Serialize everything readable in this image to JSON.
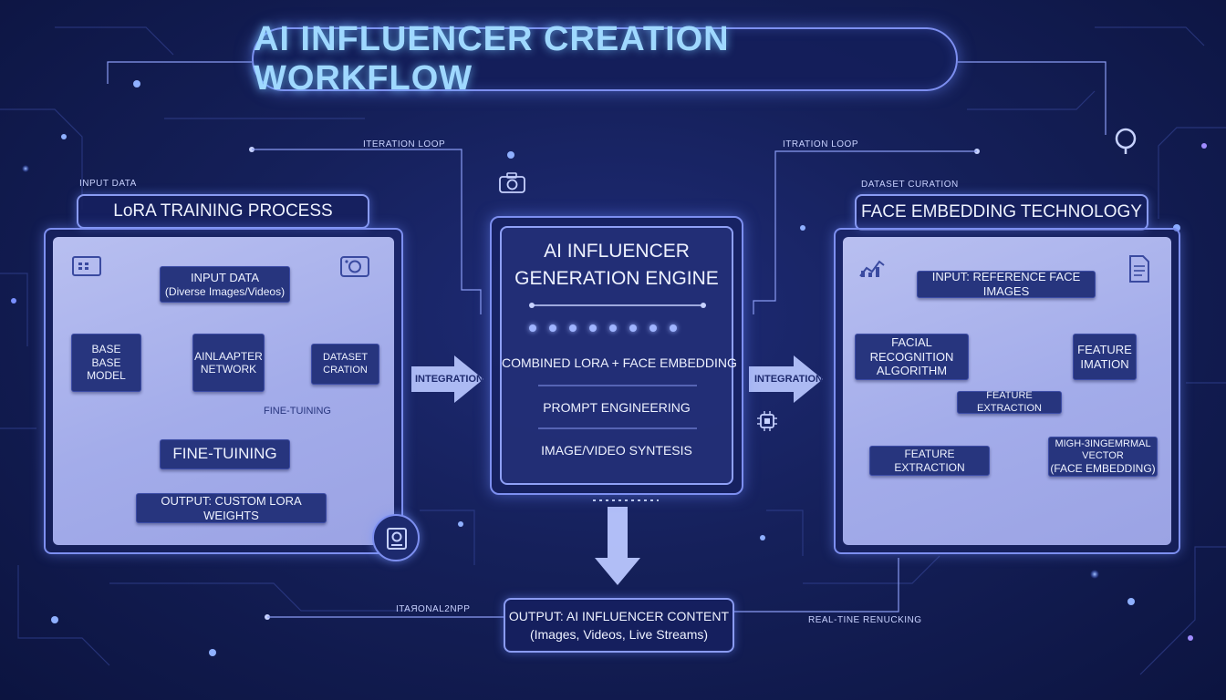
{
  "title": "AI INFLUENCER CREATION WORKFLOW",
  "top_labels": {
    "input_data": "INPUT DATA",
    "iteration_loop_left": "ITERATION LOOP",
    "iteration_loop_right": "ITRATION LOOP",
    "dataset_curation": "DATASET CURATION",
    "bottom_left_loop": "ITAЯONAL2NPP",
    "realtime": "REAL-TINE RENUCKING"
  },
  "lora": {
    "header": "LoRA TRAINING PROCESS",
    "input_data_title": "INPUT DATA",
    "input_data_sub": "(Diverse Images/Videos)",
    "base_model_line1": "BASE",
    "base_model_line2": "BASE MODEL",
    "adapter_line1": "AINLAAPTER",
    "adapter_line2": "NETWORK",
    "dataset_line1": "DATASET",
    "dataset_line2": "CRATION",
    "fine_tuning_label": "FINE-TUINING",
    "fine_tuning_node": "FINE-TUINING",
    "output": "OUTPUT: CUSTOM LORA WEIGHTS"
  },
  "engine": {
    "title_line1": "AI INFLUENCER",
    "title_line2": "GENERATION ENGINE",
    "item1": "COMBINED LORA + FACE EMBEDDING",
    "item2": "PROMPT ENGINEERING",
    "item3": "IMAGE/VIDEO SYNTESIS"
  },
  "integration_left": "INTEGRATION",
  "integration_right": "INTEGRATION",
  "face": {
    "header": "FACE EMBEDDING TECHNOLOGY",
    "input": "INPUT: REFERENCE FACE IMAGES",
    "recog_line1": "FACIAL RECOGNITION",
    "recog_line2": "ALGORITHM",
    "feature_line1": "FEATURE",
    "feature_line2": "IMATION",
    "feature_extraction_mid": "FEATURE EXTRACTION",
    "feature_extraction_low": "FEATURE EXTRACTION",
    "vector_line1": "MIGH-3INGEMRMAL VECTOR",
    "vector_line2": "(FACE EMBEDDING)"
  },
  "output": {
    "line1": "OUTPUT: AI INFLUENCER CONTENT",
    "line2": "(Images, Videos, Live Streams)"
  },
  "colors": {
    "background": "#15205a",
    "node": "#27357e",
    "panel": "#a9b1ec",
    "accent": "#7d8ff0",
    "title": "#9fd8ff"
  },
  "icons": [
    "camera-icon",
    "monitor-icon",
    "chip-icon",
    "search-icon",
    "chart-icon",
    "document-icon",
    "drive-icon"
  ]
}
